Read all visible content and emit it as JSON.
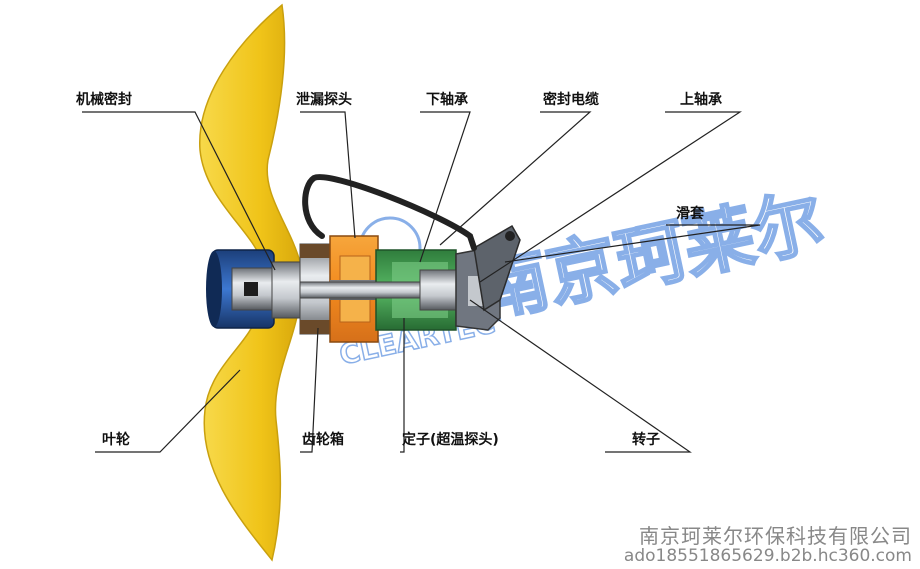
{
  "labels": {
    "mechanical_seal": "机械密封",
    "leak_probe": "泄漏探头",
    "lower_bearing": "下轴承",
    "sealed_cable": "密封电缆",
    "upper_bearing": "上轴承",
    "sliding_sleeve": "滑套",
    "impeller": "叶轮",
    "gearbox": "齿轮箱",
    "stator": "定子(超温探头)",
    "rotor": "转子"
  },
  "watermark": {
    "company": "南京珂莱尔",
    "brand": "CLEARTEC"
  },
  "footer": {
    "company": "南京珂莱尔环保科技有限公司",
    "contact": "ado18551865629.b2b.hc360.com"
  },
  "colors": {
    "blade": "#f0c419",
    "blade_edge": "#c9a00e",
    "motor_blue": "#2b63b8",
    "gear_orange": "#f28a1e",
    "stator_green": "#3a9a4a",
    "steel": "#b8bcc2",
    "line": "#222222",
    "watermark": "#2a6fd6"
  }
}
